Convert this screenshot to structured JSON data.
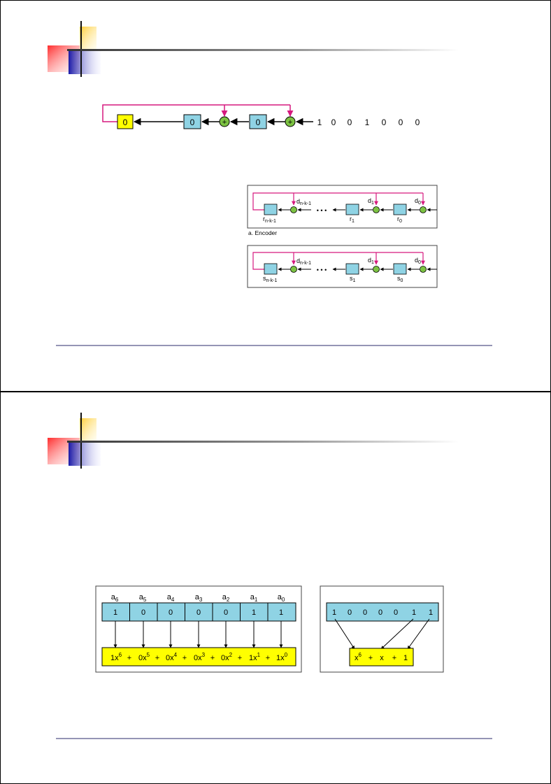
{
  "slide1": {
    "divider_text": "",
    "encoder_circuit": {
      "left_register": "0",
      "middle_register": "0",
      "right_register": "0",
      "input_bits": [
        "1",
        "0",
        "0",
        "1",
        "0",
        "0",
        "0"
      ],
      "plus_symbol": "+"
    },
    "general_design": {
      "encoder_caption": "a. Encoder",
      "dots": "• • •",
      "encoder_labels": {
        "d_last_main": "d",
        "d_last_sub": "n-k-1",
        "d1_main": "d",
        "d1_sub": "1",
        "d0_main": "d",
        "d0_sub": "0",
        "r_last_main": "r",
        "r_last_sub": "n-k-1",
        "r1_main": "r",
        "r1_sub": "1",
        "r0_main": "r",
        "r0_sub": "0"
      },
      "decoder_labels": {
        "d_last_main": "d",
        "d_last_sub": "n-k-1",
        "d1_main": "d",
        "d1_sub": "1",
        "d0_main": "d",
        "d0_sub": "0",
        "s_last_main": "s",
        "s_last_sub": "n-k-1",
        "s1_main": "s",
        "s1_sub": "1",
        "s0_main": "s",
        "s0_sub": "0"
      }
    }
  },
  "slide2": {
    "polynomial_a": {
      "coeff_main": "a",
      "coeff_subs": [
        "6",
        "5",
        "4",
        "3",
        "2",
        "1",
        "0"
      ],
      "bits": [
        "1",
        "0",
        "0",
        "0",
        "0",
        "1",
        "1"
      ],
      "terms": [
        {
          "coef": "1x",
          "exp": "6"
        },
        {
          "coef": "0x",
          "exp": "5"
        },
        {
          "coef": "0x",
          "exp": "4"
        },
        {
          "coef": "0x",
          "exp": "3"
        },
        {
          "coef": "0x",
          "exp": "2"
        },
        {
          "coef": "1x",
          "exp": "1"
        },
        {
          "coef": "1x",
          "exp": "0"
        }
      ],
      "plus": "+"
    },
    "polynomial_b": {
      "bits": [
        "1",
        "0",
        "0",
        "0",
        "0",
        "1",
        "1"
      ],
      "t1_main": "x",
      "t1_exp": "6",
      "t2": "x",
      "t3": "1",
      "plus": "+"
    }
  },
  "colors": {
    "magenta": "#d6197e",
    "register_blue": "#8fd3e4",
    "xor_green": "#7cc242",
    "highlight_yellow": "#ffff00",
    "rule_navy": "#2b2b6b"
  }
}
